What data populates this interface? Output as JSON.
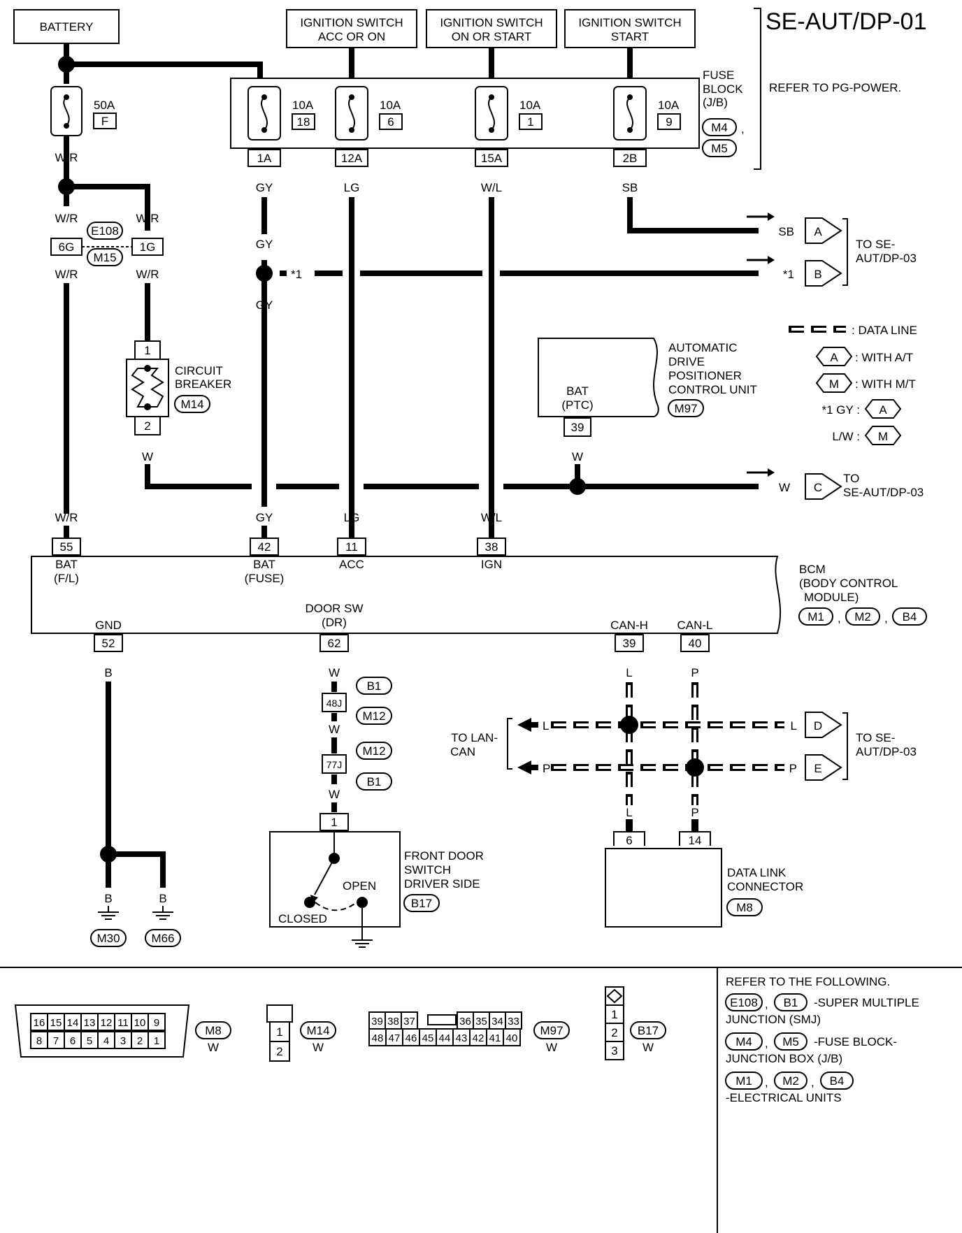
{
  "page_code": "SE-AUT/DP-01",
  "sources": {
    "battery": "BATTERY",
    "ign_acc": [
      "IGNITION SWITCH",
      "ACC OR ON"
    ],
    "ign_on": [
      "IGNITION SWITCH",
      "ON OR START"
    ],
    "ign_start": [
      "IGNITION SWITCH",
      "START"
    ]
  },
  "fuse_block": {
    "label": [
      "FUSE",
      "BLOCK",
      "(J/B)"
    ],
    "connectors": [
      "M4",
      "M5"
    ],
    "refer": "REFER TO PG-POWER.",
    "fuses": [
      {
        "amp": "10A",
        "num": "18",
        "pin": "1A",
        "wire": "GY"
      },
      {
        "amp": "10A",
        "num": "6",
        "pin": "12A",
        "wire": "LG"
      },
      {
        "amp": "10A",
        "num": "1",
        "pin": "15A",
        "wire": "W/L"
      },
      {
        "amp": "10A",
        "num": "9",
        "pin": "2B",
        "wire": "SB"
      }
    ]
  },
  "fusible_link": {
    "amp": "50A",
    "letter": "F",
    "wire": "W/R"
  },
  "joint_connector": {
    "pin_a": "6G",
    "pin_b": "1G",
    "conn_a": "E108",
    "conn_b": "M15",
    "wire": "W/R"
  },
  "circuit_breaker": {
    "label": [
      "CIRCUIT",
      "BREAKER"
    ],
    "connector": "M14",
    "pin_in": "1",
    "pin_out": "2",
    "wire": "W"
  },
  "gy_wire": "GY",
  "star1": "*1",
  "to_dp03": {
    "label": [
      "TO SE-",
      "AUT/DP-03"
    ],
    "a": {
      "wire": "SB",
      "letter": "A"
    },
    "b": {
      "wire": "*1",
      "letter": "B"
    },
    "c": {
      "wire": "W",
      "letter": "C",
      "label": [
        "TO",
        "SE-AUT/DP-03"
      ]
    },
    "d": {
      "wire": "L",
      "letter": "D"
    },
    "e": {
      "wire": "P",
      "letter": "E"
    }
  },
  "legend": {
    "data_line": ": DATA LINE",
    "a_label": "A",
    "a_text": ": WITH A/T",
    "m_label": "M",
    "m_text": ": WITH M/T",
    "star_gy": "*1 GY :",
    "lw": "L/W :"
  },
  "adp": {
    "label": [
      "AUTOMATIC",
      "DRIVE",
      "POSITIONER",
      "CONTROL UNIT"
    ],
    "connector": "M97",
    "terminal": [
      "BAT",
      "(PTC)"
    ],
    "pin": "39",
    "wire": "W"
  },
  "bcm": {
    "label": [
      "BCM",
      "(BODY CONTROL",
      "MODULE)"
    ],
    "connectors": [
      "M1",
      "M2",
      "B4"
    ],
    "pins_top": [
      {
        "wire": "W/R",
        "pin": "55",
        "name": [
          "BAT",
          "(F/L)"
        ]
      },
      {
        "wire": "GY",
        "pin": "42",
        "name": [
          "BAT",
          "(FUSE)"
        ]
      },
      {
        "wire": "LG",
        "pin": "11",
        "name": [
          "ACC"
        ]
      },
      {
        "wire": "W/L",
        "pin": "38",
        "name": [
          "IGN"
        ]
      }
    ],
    "gnd": {
      "name": "GND",
      "pin": "52",
      "wire": "B"
    },
    "door": {
      "name": [
        "DOOR SW",
        "(DR)"
      ],
      "pin": "62",
      "wire": "W"
    },
    "canh": {
      "name": "CAN-H",
      "pin": "39",
      "wire": "L"
    },
    "canl": {
      "name": "CAN-L",
      "pin": "40",
      "wire": "P"
    }
  },
  "door_harness": {
    "conn1": "B1",
    "pin1": "48J",
    "conn2": "M12",
    "conn3": "M12",
    "pin2": "77J",
    "conn4": "B1",
    "wire": "W"
  },
  "door_switch": {
    "label": [
      "FRONT DOOR",
      "SWITCH",
      "DRIVER SIDE"
    ],
    "connector": "B17",
    "pin": "1",
    "open": "OPEN",
    "closed": "CLOSED"
  },
  "ground": {
    "wire": "B",
    "points": [
      "M30",
      "M66"
    ]
  },
  "lan": {
    "label": [
      "TO LAN-",
      "CAN"
    ],
    "l": "L",
    "p": "P"
  },
  "dlc": {
    "label": [
      "DATA LINK",
      "CONNECTOR"
    ],
    "connector": "M8",
    "pin_l": "6",
    "pin_p": "14"
  },
  "connector_views": {
    "m8": {
      "top": [
        "16",
        "15",
        "14",
        "13",
        "12",
        "11",
        "10",
        "9"
      ],
      "bottom": [
        "8",
        "7",
        "6",
        "5",
        "4",
        "3",
        "2",
        "1"
      ],
      "id": "M8",
      "color": "W"
    },
    "m14": {
      "pins": [
        "1",
        "2"
      ],
      "id": "M14",
      "color": "W"
    },
    "m97": {
      "top_left": [
        "39",
        "38",
        "37"
      ],
      "top_right": [
        "36",
        "35",
        "34",
        "33"
      ],
      "bottom": [
        "48",
        "47",
        "46",
        "45",
        "44",
        "43",
        "42",
        "41",
        "40"
      ],
      "id": "M97",
      "color": "W"
    },
    "b17": {
      "pins": [
        "1",
        "2",
        "3"
      ],
      "id": "B17",
      "color": "W"
    }
  },
  "refer_notes": {
    "title": "REFER TO THE FOLLOWING.",
    "smj_conns": [
      "E108",
      "B1"
    ],
    "smj_text": [
      "-SUPER MULTIPLE",
      "JUNCTION (SMJ)"
    ],
    "jb_conns": [
      "M4",
      "M5"
    ],
    "jb_text": [
      "-FUSE BLOCK-",
      "JUNCTION BOX (J/B)"
    ],
    "eu_conns": [
      "M1",
      "M2",
      "B4"
    ],
    "eu_text": "-ELECTRICAL UNITS"
  }
}
